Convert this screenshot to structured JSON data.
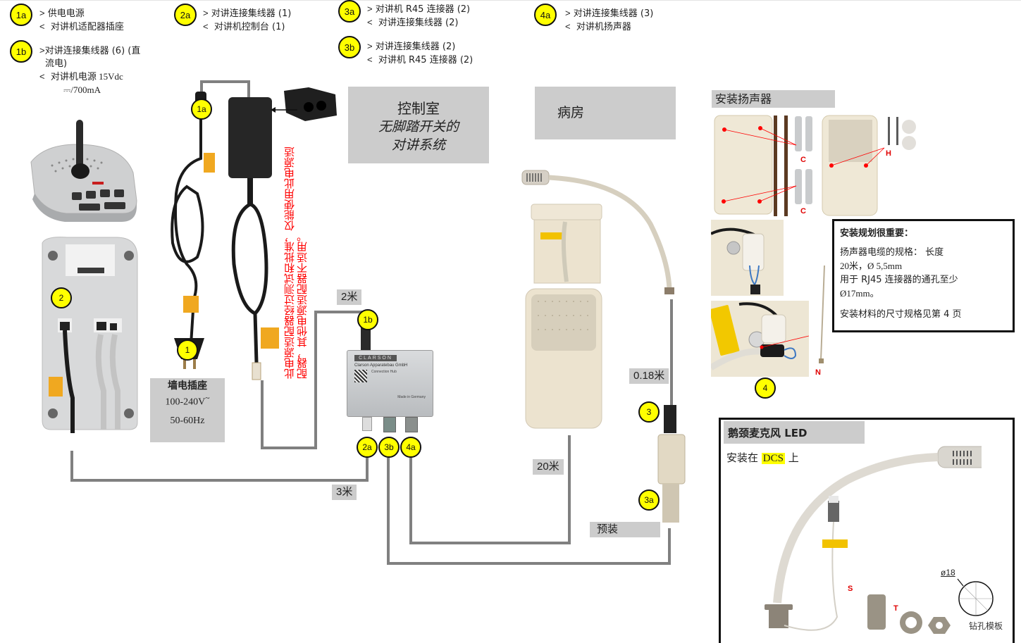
{
  "legend": [
    {
      "id": "1a",
      "out": "供电电源",
      "in": "对讲机适配器插座"
    },
    {
      "id": "1b",
      "out": "对讲连接集线器 (6) (直流电)",
      "out_line1": "对讲连接集线器 (6) (直",
      "out_line2": "流电)",
      "in": "对讲机电源 15Vdc",
      "in_line2": "⎓/700mA"
    },
    {
      "id": "2a",
      "out": "对讲连接集线器 (1)",
      "in": "对讲机控制台 (1)"
    },
    {
      "id": "3a",
      "out": "对讲机 R45 连接器 (2)",
      "in": "对讲连接集线器 (2)"
    },
    {
      "id": "3b",
      "out": "对讲连接集线器 (2)",
      "in": "对讲机 R45 连接器 (2)"
    },
    {
      "id": "4a",
      "out": "对讲连接集线器 (3)",
      "in": "对讲机扬声器"
    }
  ],
  "symbols": {
    "out": ">",
    "in": "<"
  },
  "zones": {
    "control_room": {
      "title": "控制室",
      "subtitle_line1": "无脚踏开关的",
      "subtitle_line2": "对讲系统"
    },
    "ward": {
      "title": "病房"
    }
  },
  "warning": {
    "line1": "此电源适配器经过测试和批准，仅能使用此电源适",
    "line2": "配器，其他电源适配器不适用。"
  },
  "wall_socket": {
    "title": "墙电插座",
    "voltage": "100-240V",
    "ac_symbol": "~",
    "frequency": "50-60Hz"
  },
  "cable_labels": {
    "c2m": "2米",
    "c3m": "3米",
    "c20m": "20米",
    "c018m": "0.18米",
    "preinstalled": "预装"
  },
  "badges": {
    "b1": "1",
    "b1a": "1a",
    "b1b": "1b",
    "b2": "2",
    "b2a": "2a",
    "b3b": "3b",
    "b4a": "4a",
    "b3": "3",
    "b3a": "3a",
    "b4": "4"
  },
  "hub": {
    "brand": "CLARSON",
    "maker": "Clarson Apparatebau GmbH",
    "product": "Connection Hub",
    "made_in": "Made in Germany"
  },
  "speaker_install": {
    "title": "安装扬声器",
    "markers": {
      "c1": "C",
      "c2": "C",
      "h": "H",
      "n": "N"
    }
  },
  "install_notes": {
    "heading": "安装规划很重要：",
    "p1_line1": "扬声器电缆的规格：   长度",
    "p1_line2": "20米，Ø 5,5mm",
    "p1_line3": "用于 RJ45 连接器的通孔至少",
    "p1_line4": "Ø17mm。",
    "p2": "安装材料的尺寸规格见第 4 页"
  },
  "gooseneck": {
    "title": "鹅颈麦克风 LED",
    "mount_prefix": "安装在",
    "mount_target": "DCS",
    "mount_suffix": "上",
    "markers": {
      "s": "S",
      "t": "T"
    },
    "drill_diameter": "ø18",
    "drill_label": "钻孔模板"
  },
  "colors": {
    "badge": "#ffff00",
    "label_bg": "#cccccc",
    "cable": "#808080",
    "warning": "#ff0000",
    "marker": "#e00000"
  }
}
